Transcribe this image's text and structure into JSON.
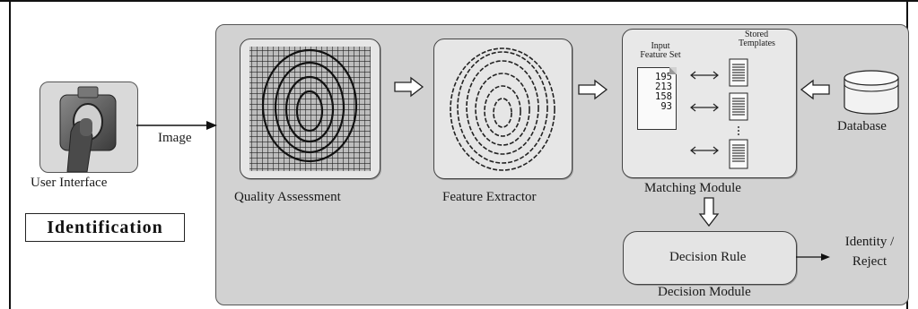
{
  "labels": {
    "image": "Image",
    "user_interface": "User Interface",
    "identification": "Identification",
    "quality_assessment": "Quality Assessment",
    "feature_extractor": "Feature Extractor",
    "matching_module": "Matching Module",
    "input_feature_set_l1": "Input",
    "input_feature_set_l2": "Feature Set",
    "stored_templates_l1": "Stored",
    "stored_templates_l2": "Templates",
    "database": "Database",
    "decision_rule": "Decision Rule",
    "decision_module": "Decision Module",
    "identity_reject_l1": "Identity /",
    "identity_reject_l2": "Reject"
  },
  "input_feature_values": [
    "195",
    "213",
    "158",
    "93"
  ],
  "icons": {
    "user_interface": "fingerprint-scanner-icon",
    "quality": "fingerprint-grid-image-icon",
    "feature": "fingerprint-image-icon",
    "database": "database-cylinder-icon",
    "template": "document-icon",
    "input_set": "document-icon"
  },
  "colors": {
    "panel": "#d2d2d2",
    "box": "#e6e6e6",
    "stroke": "#333333"
  }
}
